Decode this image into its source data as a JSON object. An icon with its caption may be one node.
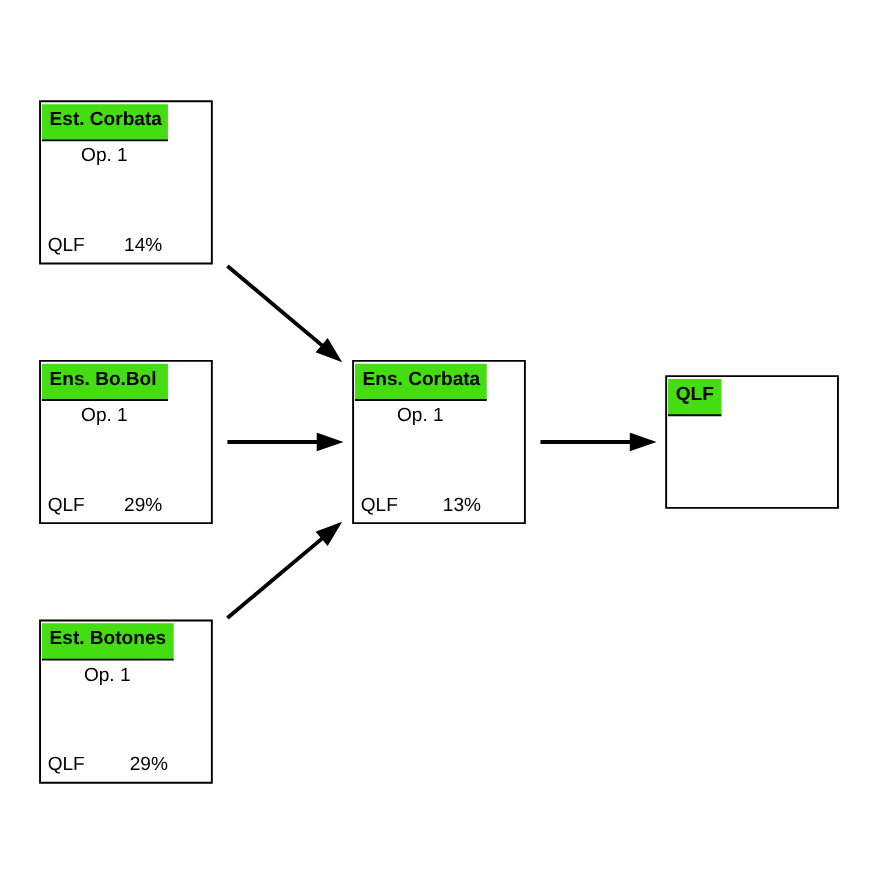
{
  "diagram": {
    "nodes": [
      {
        "text": [
          "Est. Corbata",
          "Op. 1",
          "QLF",
          "14%"
        ]
      },
      {
        "text": [
          "Ens. Bo.Bol",
          "Op. 1",
          "QLF",
          "29%"
        ]
      },
      {
        "text": [
          "Ens. Corbata",
          "Op. 1",
          "QLF",
          "13%"
        ]
      },
      {
        "text": [
          "QLF"
        ]
      },
      {
        "text": [
          "Est. Botones",
          "Op. 1",
          "QLF",
          "29%"
        ]
      }
    ],
    "edges": [
      {
        "from": 0,
        "to": 2,
        "arrow": "to"
      },
      {
        "from": 1,
        "to": 2,
        "arrow": "to"
      },
      {
        "from": 2,
        "to": 3,
        "arrow": "to"
      },
      {
        "from": 4,
        "to": 2,
        "arrow": "to"
      }
    ]
  }
}
